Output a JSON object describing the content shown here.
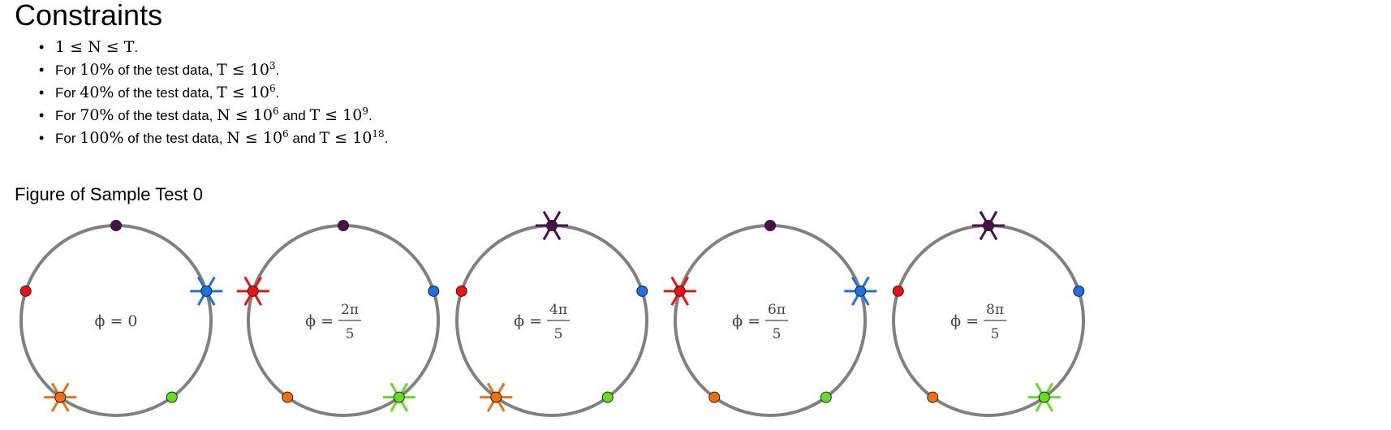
{
  "title": "Constraints",
  "constraints": {
    "item0": {
      "math": "1 ≤ N ≤ T",
      "suffix": "."
    },
    "item1": {
      "prefix": "For",
      "pct": "10%",
      "mid": "of the test data,",
      "math": "T ≤ 10",
      "exp": "3",
      "suffix": "."
    },
    "item2": {
      "prefix": "For",
      "pct": "40%",
      "mid": "of the test data,",
      "math": "T ≤ 10",
      "exp": "6",
      "suffix": "."
    },
    "item3": {
      "prefix": "For",
      "pct": "70%",
      "mid": "of the test data,",
      "mathN": "N ≤ 10",
      "expN": "6",
      "and": "and",
      "mathT": "T ≤ 10",
      "expT": "9",
      "suffix": "."
    },
    "item4": {
      "prefix": "For",
      "pct": "100%",
      "mid": "of the test data,",
      "mathN": "N ≤ 10",
      "expN": "6",
      "and": "and",
      "mathT": "T ≤ 10",
      "expT": "18",
      "suffix": "."
    }
  },
  "figure": {
    "caption": "Figure of Sample Test 0",
    "phi": "ϕ =",
    "point_colors": {
      "purple": "#4a0f4c",
      "red": "#ee1111",
      "blue": "#1f6fe6",
      "orange": "#f07010",
      "green": "#66dd22"
    },
    "circle_color": "#808080",
    "panels": [
      {
        "label_value": "0",
        "numerator": "",
        "denominator": "",
        "marked": [
          "blue",
          "orange"
        ]
      },
      {
        "label_value": "",
        "numerator": "2π",
        "denominator": "5",
        "marked": [
          "red",
          "green"
        ]
      },
      {
        "label_value": "",
        "numerator": "4π",
        "denominator": "5",
        "marked": [
          "purple",
          "orange"
        ]
      },
      {
        "label_value": "",
        "numerator": "6π",
        "denominator": "5",
        "marked": [
          "red",
          "blue"
        ]
      },
      {
        "label_value": "",
        "numerator": "8π",
        "denominator": "5",
        "marked": [
          "purple",
          "green"
        ]
      }
    ]
  }
}
